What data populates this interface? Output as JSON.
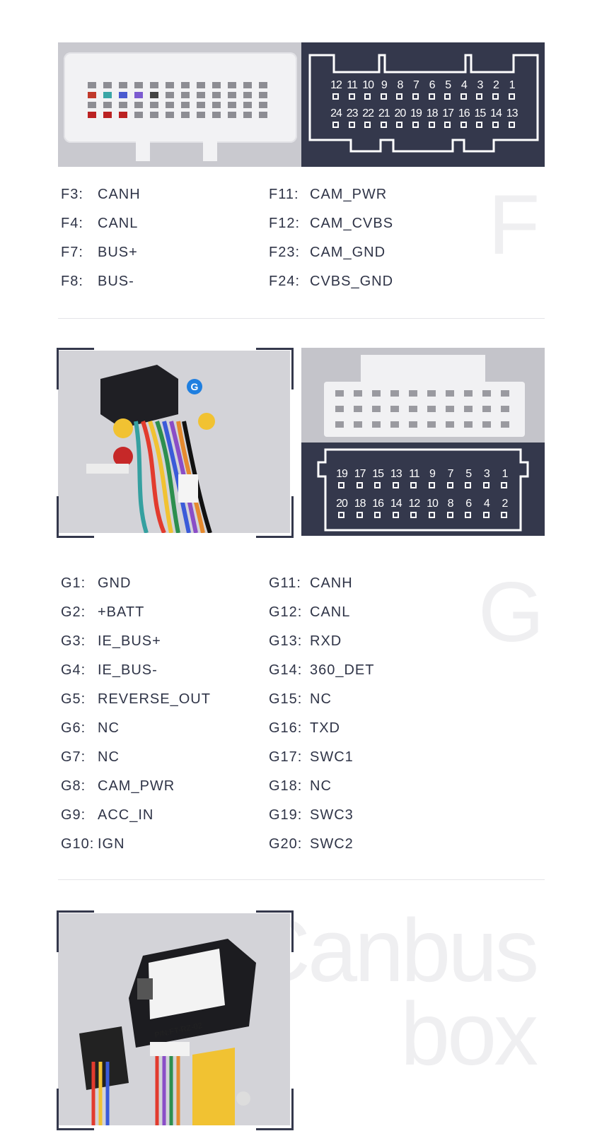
{
  "section_f": {
    "pin_top_row": [
      "12",
      "11",
      "10",
      "9",
      "8",
      "7",
      "6",
      "5",
      "4",
      "3",
      "2",
      "1"
    ],
    "pin_bottom_row": [
      "24",
      "23",
      "22",
      "21",
      "20",
      "19",
      "18",
      "17",
      "16",
      "15",
      "14",
      "13"
    ],
    "letter": "F",
    "left_column": [
      {
        "pin": "F3:",
        "signal": "CANH"
      },
      {
        "pin": "F4:",
        "signal": "CANL"
      },
      {
        "pin": "F7:",
        "signal": "BUS+"
      },
      {
        "pin": "F8:",
        "signal": "BUS-"
      }
    ],
    "right_column": [
      {
        "pin": "F11:",
        "signal": "CAM_PWR"
      },
      {
        "pin": "F12:",
        "signal": "CAM_CVBS"
      },
      {
        "pin": "F23:",
        "signal": "CAM_GND"
      },
      {
        "pin": "F24:",
        "signal": "CVBS_GND"
      }
    ]
  },
  "section_g": {
    "photo_marker": "G",
    "pin_top_row": [
      "19",
      "17",
      "15",
      "13",
      "11",
      "9",
      "7",
      "5",
      "3",
      "1"
    ],
    "pin_bottom_row": [
      "20",
      "18",
      "16",
      "14",
      "12",
      "10",
      "8",
      "6",
      "4",
      "2"
    ],
    "letter": "G",
    "left_column": [
      {
        "pin": "G1:",
        "signal": "GND"
      },
      {
        "pin": "G2:",
        "signal": "+BATT"
      },
      {
        "pin": "G3:",
        "signal": "IE_BUS+"
      },
      {
        "pin": "G4:",
        "signal": "IE_BUS-"
      },
      {
        "pin": "G5:",
        "signal": "REVERSE_OUT"
      },
      {
        "pin": "G6:",
        "signal": "NC"
      },
      {
        "pin": "G7:",
        "signal": "NC"
      },
      {
        "pin": "G8:",
        "signal": "CAM_PWR"
      },
      {
        "pin": "G9:",
        "signal": "ACC_IN"
      },
      {
        "pin": "G10:",
        "signal": "IGN"
      }
    ],
    "right_column": [
      {
        "pin": "G11:",
        "signal": "CANH"
      },
      {
        "pin": "G12:",
        "signal": "CANL"
      },
      {
        "pin": "G13:",
        "signal": "RXD"
      },
      {
        "pin": "G14:",
        "signal": "360_DET"
      },
      {
        "pin": "G15:",
        "signal": "NC"
      },
      {
        "pin": "G16:",
        "signal": "TXD"
      },
      {
        "pin": "G17:",
        "signal": "SWC1"
      },
      {
        "pin": "G18:",
        "signal": "NC"
      },
      {
        "pin": "G19:",
        "signal": "SWC3"
      },
      {
        "pin": "G20:",
        "signal": "SWC2"
      }
    ]
  },
  "section_canbus": {
    "title_line1": "Canbus",
    "title_line2": "box",
    "box_label": "P/N:FT-RZ-02"
  },
  "colors": {
    "panel_dark": "#34384c",
    "text": "#2f3447",
    "watermark": "#efeff1",
    "marker_blue": "#1f7fe0"
  }
}
